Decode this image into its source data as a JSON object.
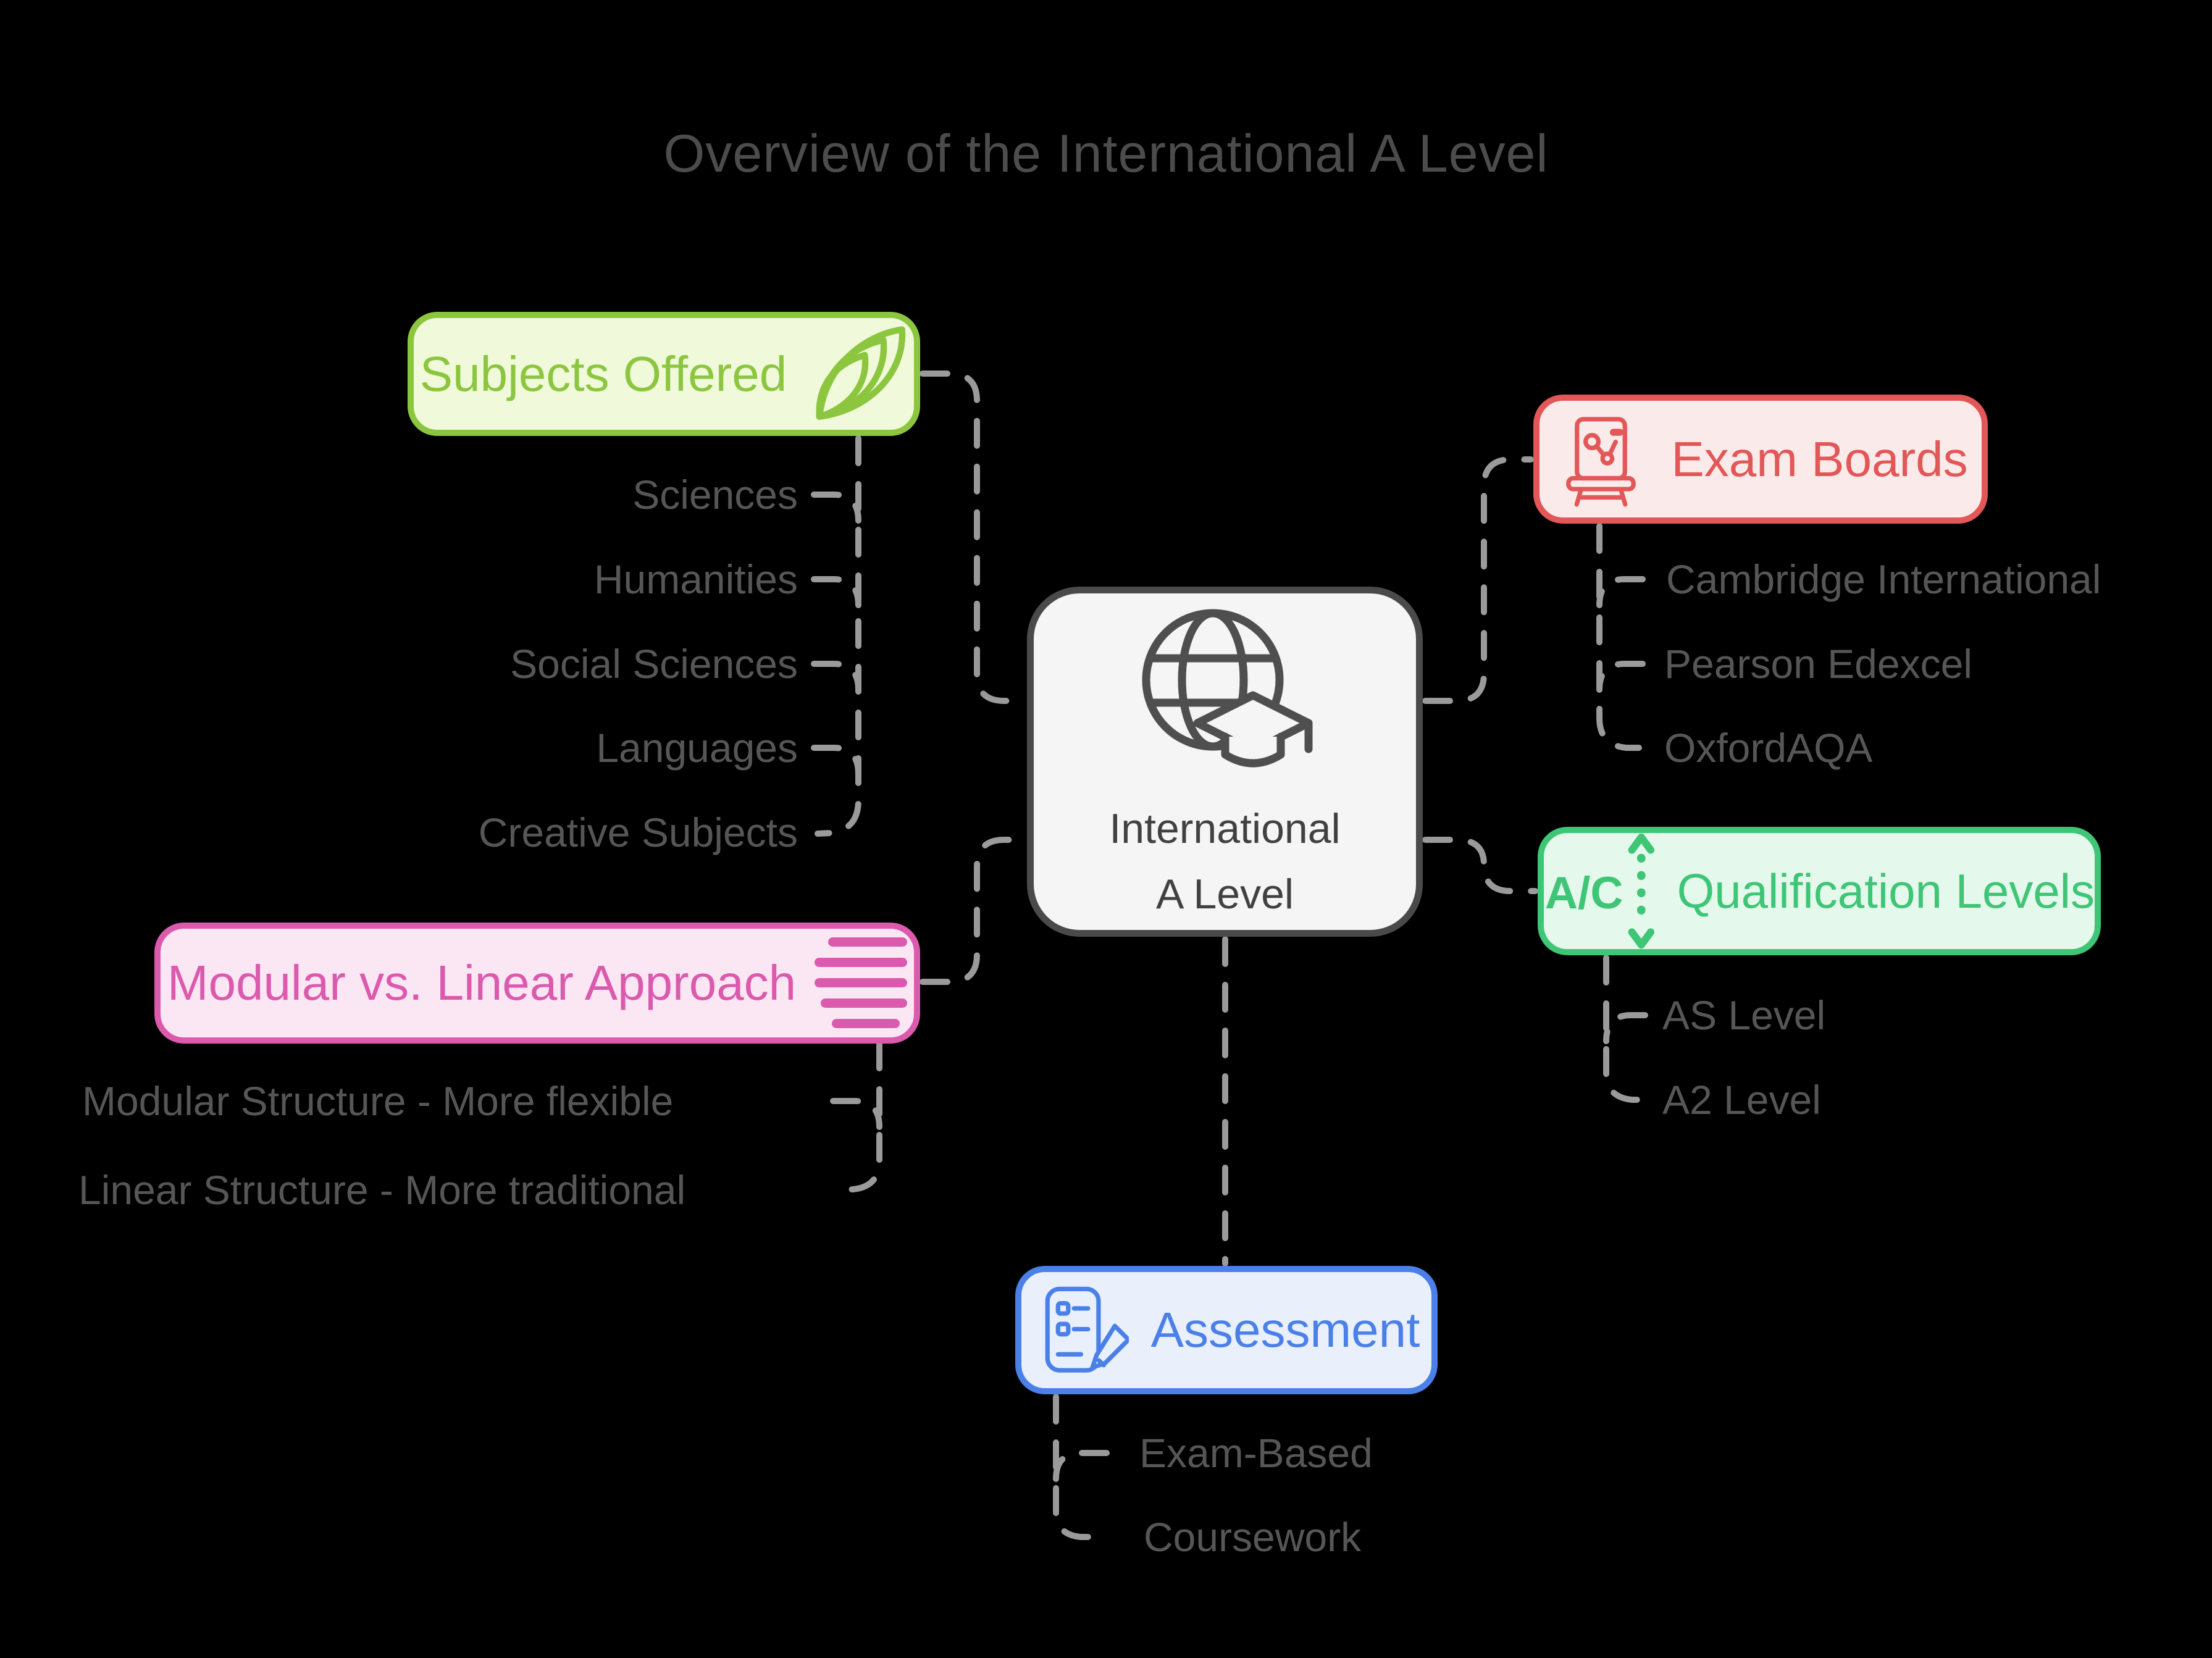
{
  "title": "Overview of the International A Level",
  "center": {
    "line1": "International",
    "line2": "A Level",
    "icon": "globe-graduation-cap-icon"
  },
  "branches": [
    {
      "label": "Subjects Offered",
      "icon": "fanned-pages-icon",
      "accent": "#8CC63F",
      "bg": "#F0F9DA",
      "children": [
        "Sciences",
        "Humanities",
        "Social Sciences",
        "Languages",
        "Creative Subjects"
      ]
    },
    {
      "label": "Exam Boards",
      "icon": "exam-desk-icon",
      "accent": "#E25757",
      "bg": "#FBEAEA",
      "children": [
        "Cambridge International",
        "Pearson Edexcel",
        "OxfordAQA"
      ]
    },
    {
      "label": "Qualification Levels",
      "icon": "level-scale-arrow-icon",
      "accent": "#3EC576",
      "bg": "#E4F8EC",
      "children": [
        "AS Level",
        "A2 Level"
      ]
    },
    {
      "label": "Modular vs. Linear Approach",
      "icon": "text-lines-icon",
      "accent": "#DC5AAE",
      "bg": "#FBE7F4",
      "children": [
        "Modular Structure - More flexible",
        "Linear Structure - More traditional"
      ]
    },
    {
      "label": "Assessment",
      "icon": "checklist-pencil-icon",
      "accent": "#4A80E8",
      "bg": "#E9F0FC",
      "children": [
        "Exam-Based",
        "Coursework"
      ]
    }
  ],
  "colors": {
    "background": "#000000",
    "title_text": "#4C4C4C",
    "child_text": "#565656",
    "connector": "#9A9A9A",
    "center_border": "#4A4A4A",
    "center_bg": "#F5F5F5",
    "center_text": "#414141"
  }
}
